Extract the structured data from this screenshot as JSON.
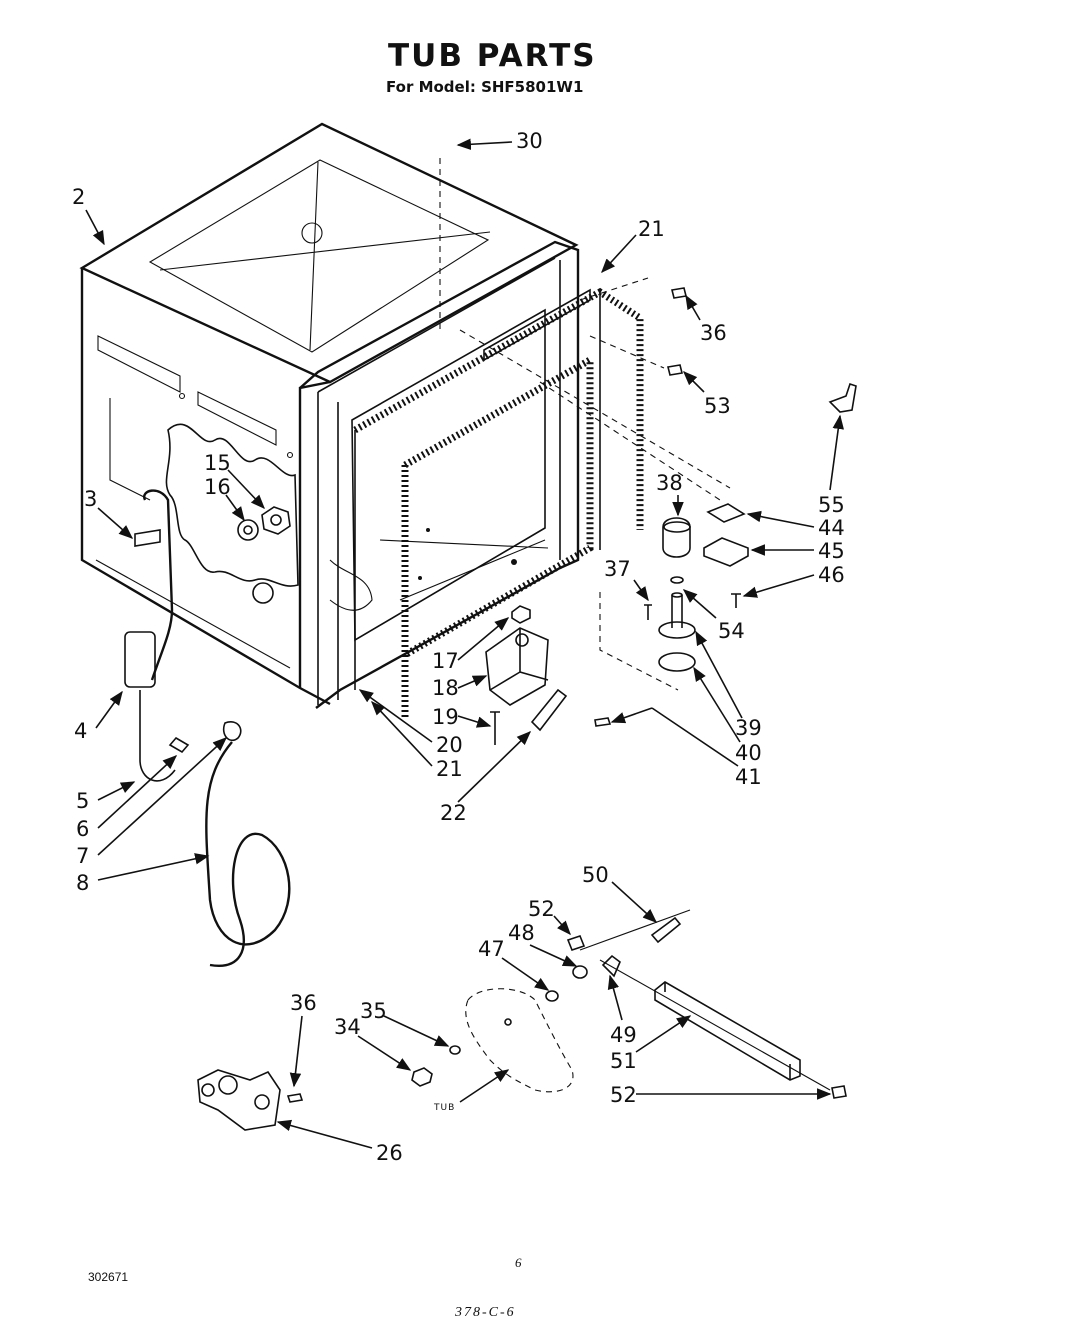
{
  "header": {
    "title": "TUB PARTS",
    "subtitle": "For Model: SHF5801W1"
  },
  "footer": {
    "doc_number": "302671",
    "page_number": "6",
    "handwritten_code": "378-C-6"
  },
  "callouts": [
    {
      "id": "c2",
      "text": "2"
    },
    {
      "id": "c3",
      "text": "3"
    },
    {
      "id": "c4",
      "text": "4"
    },
    {
      "id": "c5",
      "text": "5"
    },
    {
      "id": "c6",
      "text": "6"
    },
    {
      "id": "c7",
      "text": "7"
    },
    {
      "id": "c8",
      "text": "8"
    },
    {
      "id": "c15",
      "text": "15"
    },
    {
      "id": "c16",
      "text": "16"
    },
    {
      "id": "c17",
      "text": "17"
    },
    {
      "id": "c18",
      "text": "18"
    },
    {
      "id": "c19",
      "text": "19"
    },
    {
      "id": "c20",
      "text": "20"
    },
    {
      "id": "c21a",
      "text": "21"
    },
    {
      "id": "c21b",
      "text": "21"
    },
    {
      "id": "c22",
      "text": "22"
    },
    {
      "id": "c26",
      "text": "26"
    },
    {
      "id": "c30",
      "text": "30"
    },
    {
      "id": "c34",
      "text": "34"
    },
    {
      "id": "c35",
      "text": "35"
    },
    {
      "id": "c36a",
      "text": "36"
    },
    {
      "id": "c36b",
      "text": "36"
    },
    {
      "id": "c37",
      "text": "37"
    },
    {
      "id": "c38",
      "text": "38"
    },
    {
      "id": "c39",
      "text": "39"
    },
    {
      "id": "c40",
      "text": "40"
    },
    {
      "id": "c41",
      "text": "41"
    },
    {
      "id": "c44",
      "text": "44"
    },
    {
      "id": "c45",
      "text": "45"
    },
    {
      "id": "c46",
      "text": "46"
    },
    {
      "id": "c47",
      "text": "47"
    },
    {
      "id": "c48",
      "text": "48"
    },
    {
      "id": "c49",
      "text": "49"
    },
    {
      "id": "c50",
      "text": "50"
    },
    {
      "id": "c51",
      "text": "51"
    },
    {
      "id": "c52a",
      "text": "52"
    },
    {
      "id": "c52b",
      "text": "52"
    },
    {
      "id": "c53",
      "text": "53"
    },
    {
      "id": "c54",
      "text": "54"
    },
    {
      "id": "c55",
      "text": "55"
    }
  ],
  "annotations": {
    "tub_label": "TUB"
  }
}
